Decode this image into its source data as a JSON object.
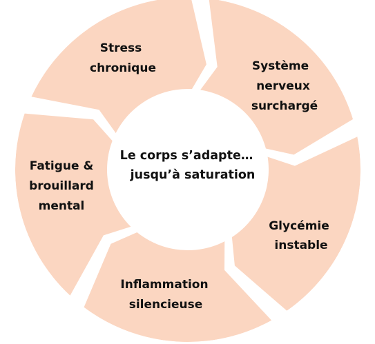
{
  "cycle": {
    "segment_color": "#fbd6c1",
    "background_color": "#ffffff",
    "text_color": "#111111",
    "center_text": {
      "line1": "Le corps s’adapte…",
      "line2": "jusqu’à saturation"
    },
    "segments": [
      {
        "line1": "Stress",
        "line2": "chronique"
      },
      {
        "line1": "Système",
        "line2": "nerveux",
        "line3": "surchargé"
      },
      {
        "line1": "Glycémie",
        "line2": "instable"
      },
      {
        "line1": "Inflammation",
        "line2": "silencieuse"
      },
      {
        "line1": "Fatigue &",
        "line2": "brouillard",
        "line3": "mental"
      }
    ]
  }
}
